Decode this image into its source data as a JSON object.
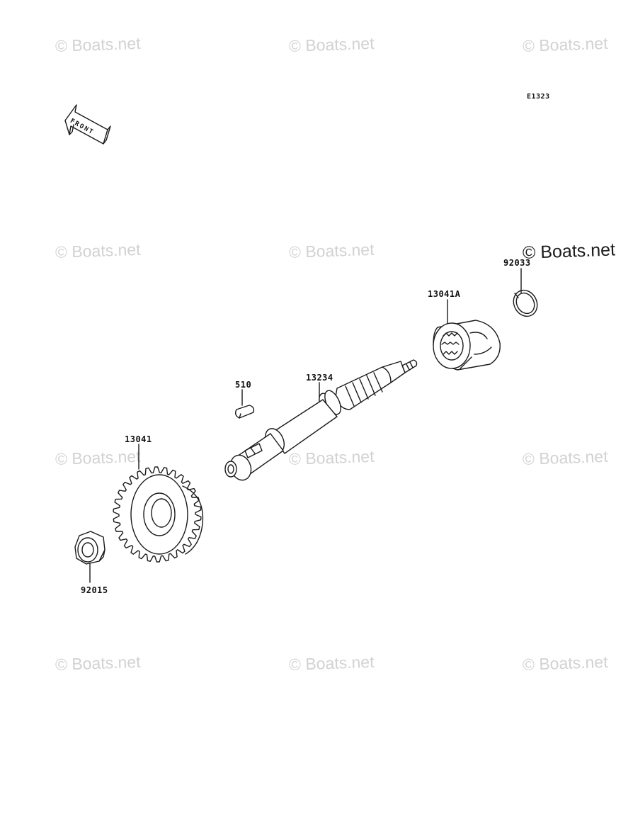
{
  "diagram": {
    "ref_code": "E1323",
    "front_arrow_text": "FRONT",
    "parts": [
      {
        "number": "92033"
      },
      {
        "number": "13041A"
      },
      {
        "number": "13234"
      },
      {
        "number": "510"
      },
      {
        "number": "13041"
      },
      {
        "number": "92015"
      }
    ]
  },
  "watermark": {
    "text": "© Boats.net"
  },
  "colors": {
    "line": "#1a1a1a",
    "watermark": "#d2d2d2",
    "background": "#ffffff"
  }
}
